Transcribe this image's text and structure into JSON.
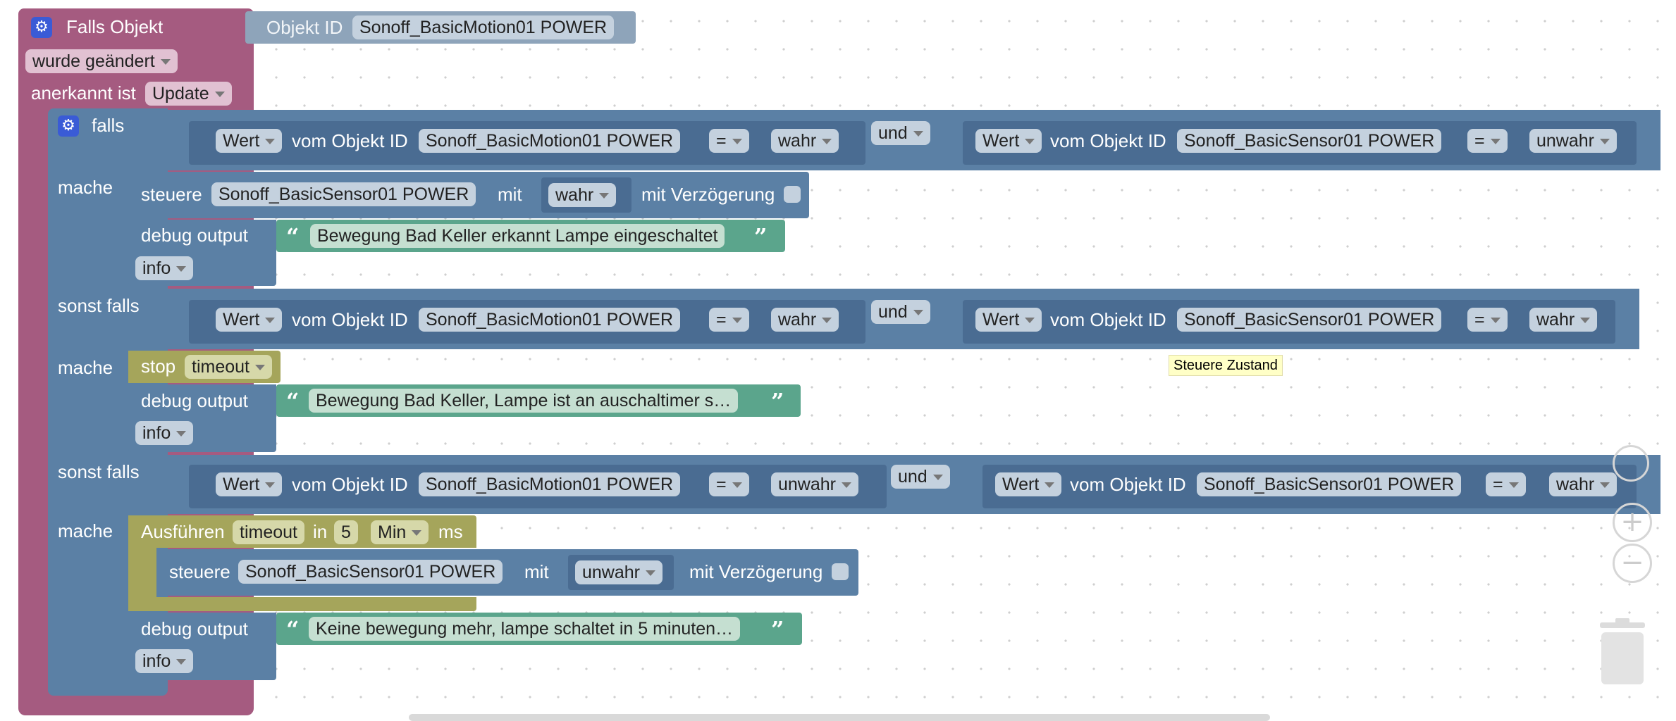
{
  "event": {
    "title": "Falls Objekt",
    "object_label": "Objekt ID",
    "object_id": "Sonoff_BasicMotion01 POWER",
    "trigger": "wurde geändert",
    "ack_label": "anerkannt ist",
    "ack_value": "Update"
  },
  "if_block": {
    "falls_label": "falls",
    "sonst_falls_label": "sonst falls",
    "mache_label": "mache"
  },
  "cond1": {
    "a_value": "Wert",
    "a_label": "vom Objekt ID",
    "a_object": "Sonoff_BasicMotion01 POWER",
    "a_op": "=",
    "a_bool": "wahr",
    "logic": "und",
    "b_value": "Wert",
    "b_label": "vom Objekt ID",
    "b_object": "Sonoff_BasicSensor01 POWER",
    "b_op": "=",
    "b_bool": "unwahr"
  },
  "do1": {
    "control_label": "steuere",
    "control_object": "Sonoff_BasicSensor01 POWER",
    "mit_label": "mit",
    "control_value": "wahr",
    "delay_label": "mit Verzögerung",
    "debug_label": "debug output",
    "debug_text": "Bewegung Bad Keller erkannt Lampe eingeschaltet",
    "debug_level": "info"
  },
  "cond2": {
    "a_value": "Wert",
    "a_label": "vom Objekt ID",
    "a_object": "Sonoff_BasicMotion01 POWER",
    "a_op": "=",
    "a_bool": "wahr",
    "logic": "und",
    "b_value": "Wert",
    "b_label": "vom Objekt ID",
    "b_object": "Sonoff_BasicSensor01 POWER",
    "b_op": "=",
    "b_bool": "wahr"
  },
  "do2": {
    "stop_label": "stop",
    "stop_timer": "timeout",
    "debug_label": "debug output",
    "debug_text": "Bewegung Bad Keller, Lampe ist an auschaltimer s…",
    "debug_level": "info"
  },
  "cond3": {
    "a_value": "Wert",
    "a_label": "vom Objekt ID",
    "a_object": "Sonoff_BasicMotion01 POWER",
    "a_op": "=",
    "a_bool": "unwahr",
    "logic": "und",
    "b_value": "Wert",
    "b_label": "vom Objekt ID",
    "b_object": "Sonoff_BasicSensor01 POWER",
    "b_op": "=",
    "b_bool": "wahr"
  },
  "do3": {
    "run_label": "Ausführen",
    "run_timer": "timeout",
    "in_label": "in",
    "run_amount": "5",
    "run_unit": "Min",
    "ms_label": "ms",
    "control_label": "steuere",
    "control_object": "Sonoff_BasicSensor01 POWER",
    "mit_label": "mit",
    "control_value": "unwahr",
    "delay_label": "mit Verzögerung",
    "debug_label": "debug output",
    "debug_text": "Keine bewegung mehr, lampe schaltet in 5 minuten…",
    "debug_level": "info"
  },
  "tooltip": "Steuere Zustand",
  "controls": {
    "zoom_in": "+",
    "zoom_out": "−"
  },
  "colors": {
    "event_block": "#a55b80",
    "logic_block": "#5b80a5",
    "timer_block": "#a5a55b",
    "text_block": "#5ba58c"
  }
}
